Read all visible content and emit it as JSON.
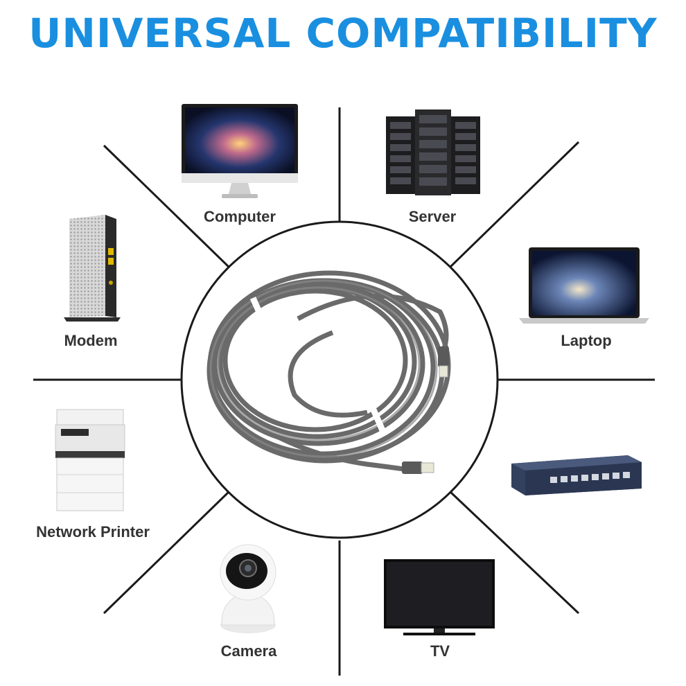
{
  "title": "UNIVERSAL COMPATIBILITY",
  "accent_color": "#1a8fe0",
  "devices": {
    "computer": {
      "label": "Computer",
      "icon": "desktop-monitor-icon"
    },
    "server": {
      "label": "Server",
      "icon": "server-rack-icon"
    },
    "modem": {
      "label": "Modem",
      "icon": "modem-icon"
    },
    "laptop": {
      "label": "Laptop",
      "icon": "laptop-icon"
    },
    "printer": {
      "label": "Network Printer",
      "icon": "printer-icon"
    },
    "switch": {
      "icon": "network-switch-icon"
    },
    "camera": {
      "label": "Camera",
      "icon": "security-camera-icon"
    },
    "tv": {
      "label": "TV",
      "icon": "tv-icon"
    }
  },
  "center": {
    "icon": "ethernet-cable-coil-icon"
  }
}
